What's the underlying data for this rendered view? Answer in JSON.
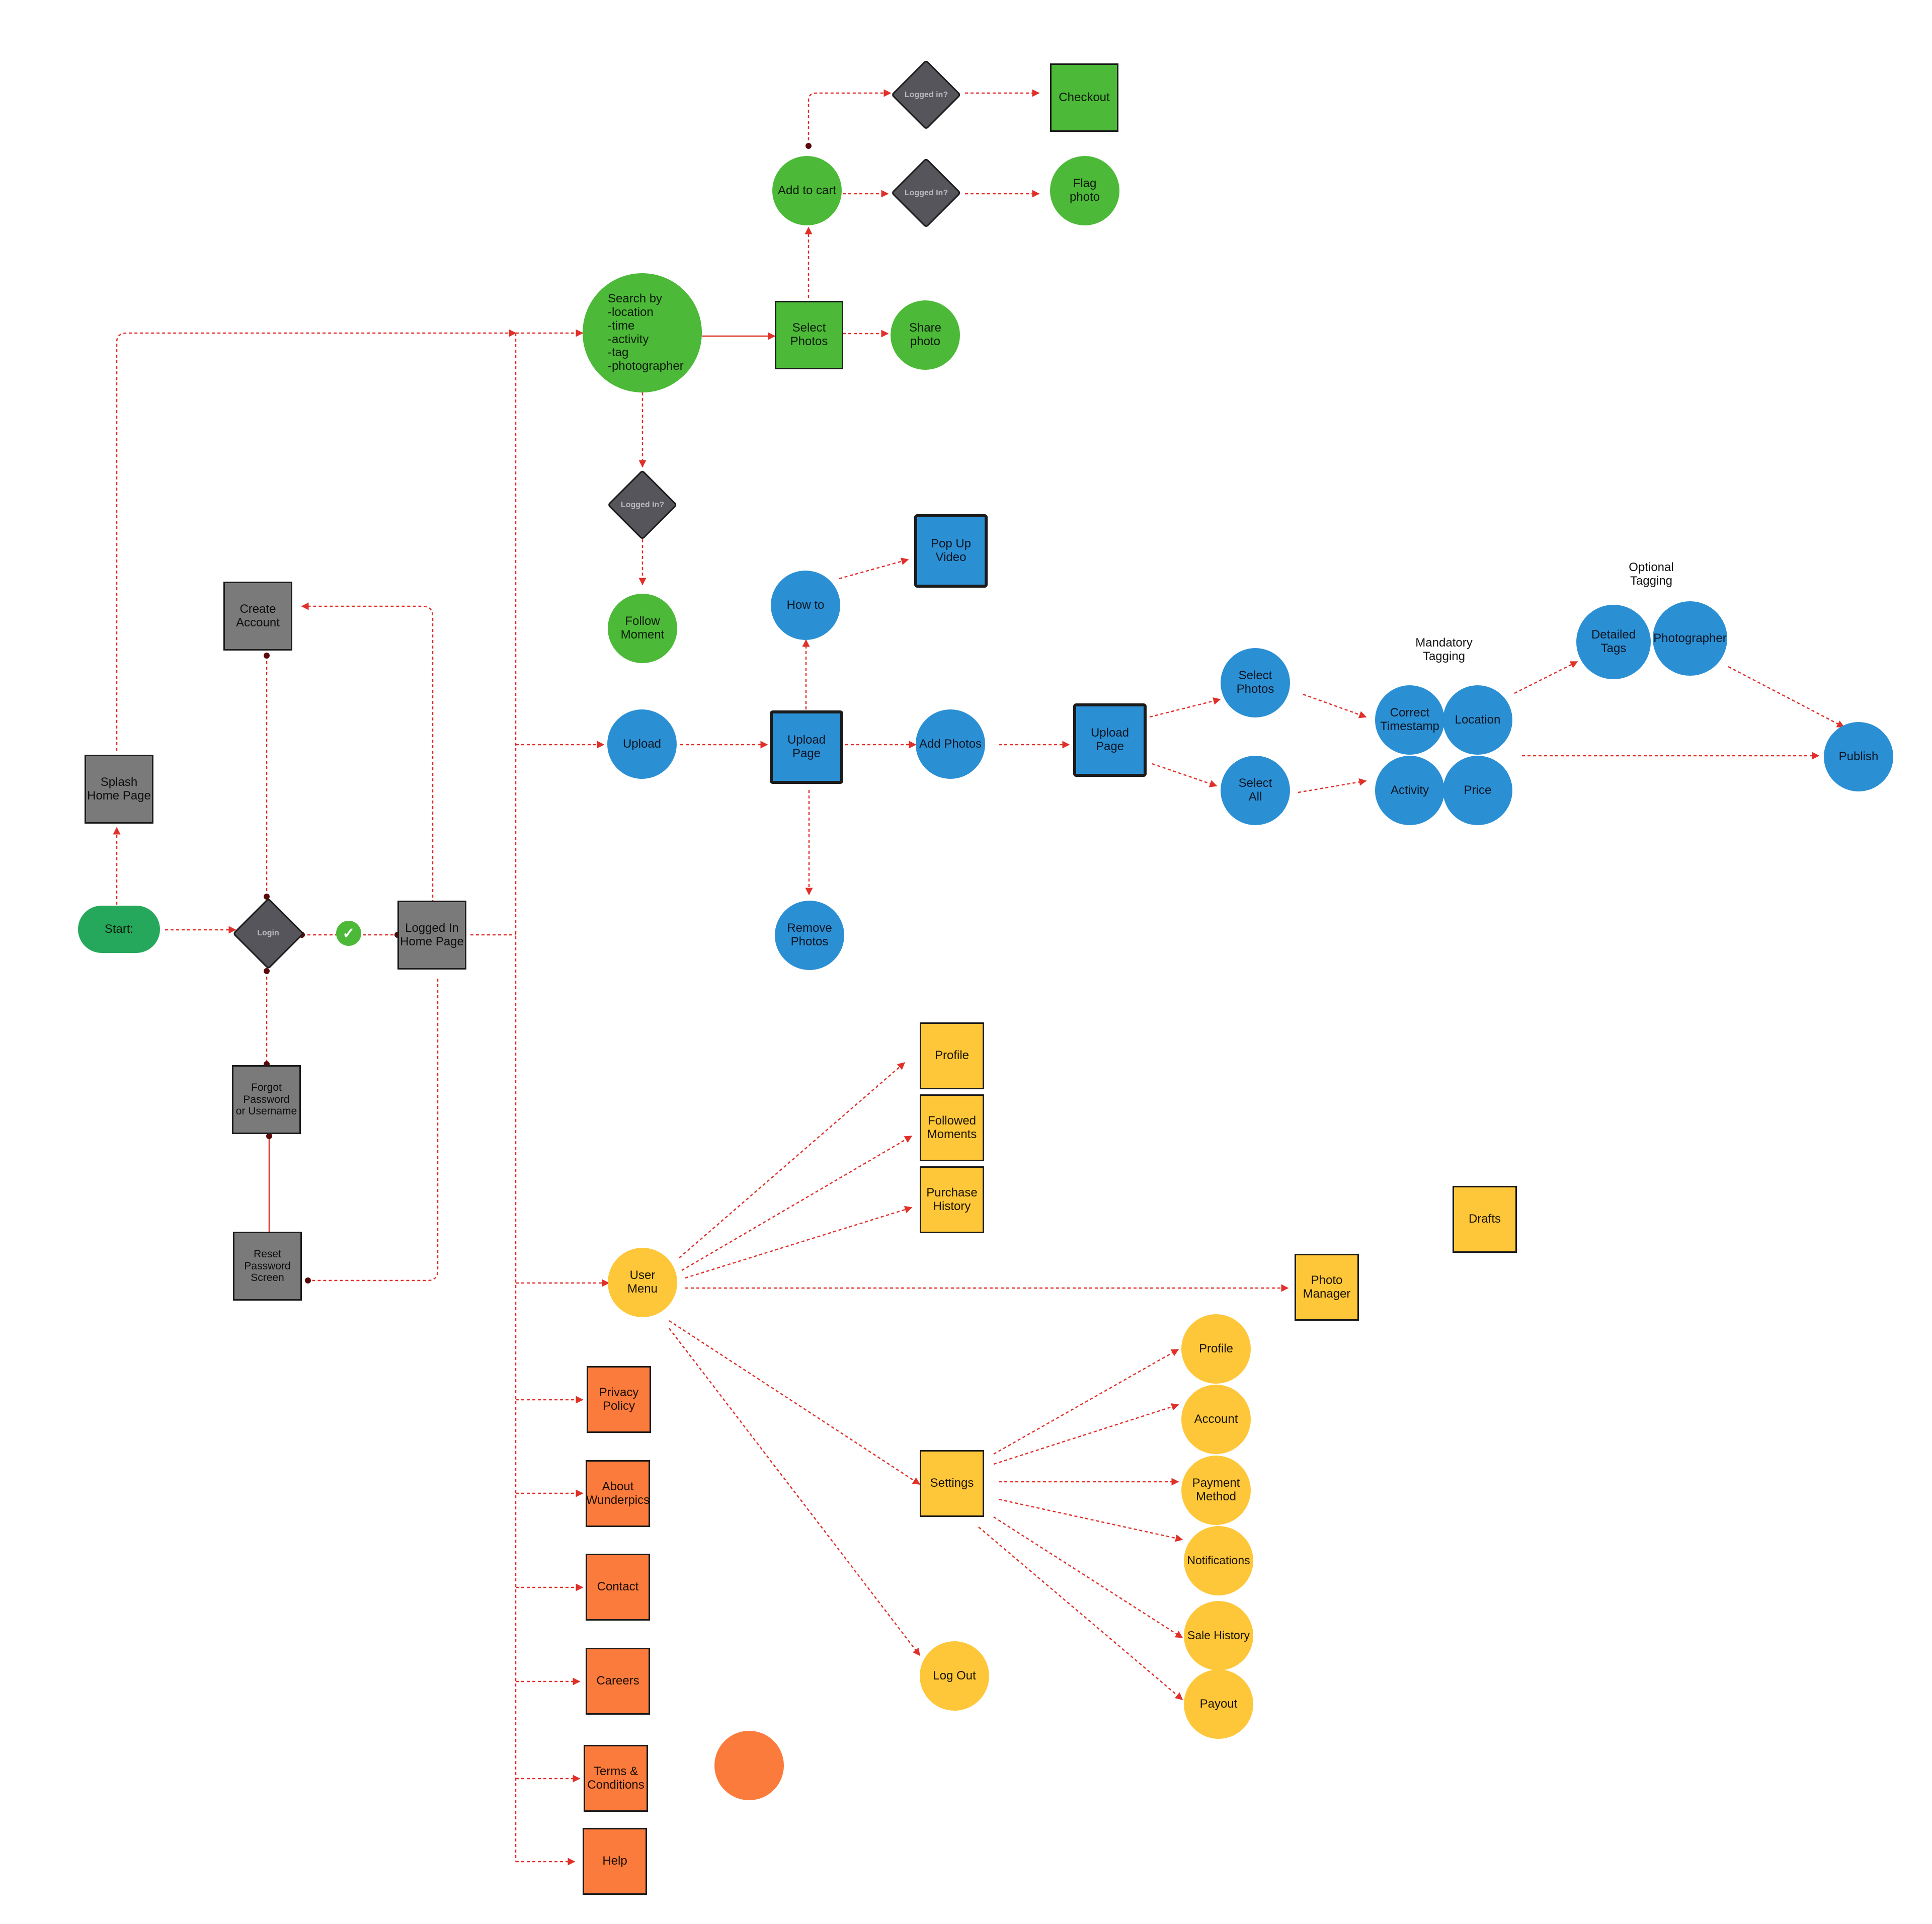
{
  "colors": {
    "gray": "#7a7a7a",
    "green": "#4cba38",
    "blue": "#2b8fd4",
    "yellow": "#fec73a",
    "orange": "#fb7b3c",
    "diamond": "#55555b",
    "connector": "#e0302a"
  },
  "start": {
    "start": "Start:",
    "splash": "Splash\nHome Page",
    "login": "Login",
    "create_account": "Create\nAccount",
    "forgot": "Forgot\nPassword\nor Username",
    "reset": "Reset\nPassword\nScreen",
    "logged_in_home": "Logged In\nHome Page",
    "check_icon": "check-icon"
  },
  "search": {
    "search_by": "Search by\n-location\n-time\n-activity\n-tag\n-photographer",
    "select_photos": "Select\nPhotos",
    "share_photo": "Share\nphoto",
    "add_to_cart": "Add to cart",
    "logged_in_cart": "Logged in?",
    "checkout": "Checkout",
    "logged_in_flag": "Logged In?",
    "flag_photo": "Flag\nphoto",
    "logged_in_follow": "Logged In?",
    "follow_moment": "Follow\nMoment"
  },
  "upload": {
    "upload": "Upload",
    "upload_page": "Upload\nPage",
    "how_to": "How to",
    "pop_up_video": "Pop Up\nVideo",
    "remove_photos": "Remove\nPhotos",
    "add_photos": "Add Photos",
    "upload_page_2": "Upload\nPage",
    "select_photos": "Select\nPhotos",
    "select_all": "Select\nAll",
    "mandatory_tagging": "Mandatory\nTagging",
    "correct_timestamp": "Correct\nTimestamp",
    "location": "Location",
    "activity": "Activity",
    "price": "Price",
    "optional_tagging": "Optional\nTagging",
    "detailed_tags": "Detailed\nTags",
    "photographer": "Photographer",
    "publish": "Publish"
  },
  "user_menu": {
    "user_menu": "User\nMenu",
    "profile": "Profile",
    "followed_moments": "Followed\nMoments",
    "purchase_history": "Purchase\nHistory",
    "photo_manager": "Photo\nManager",
    "drafts": "Drafts",
    "settings": "Settings",
    "log_out": "Log Out",
    "settings_profile": "Profile",
    "account": "Account",
    "payment_method": "Payment\nMethod",
    "notifications": "Notifications",
    "sale_history": "Sale History",
    "payout": "Payout"
  },
  "footer_links": {
    "privacy_policy": "Privacy\nPolicy",
    "about": "About\nWunderpics",
    "contact": "Contact",
    "careers": "Careers",
    "terms": "Terms &\nConditions",
    "help": "Help"
  }
}
